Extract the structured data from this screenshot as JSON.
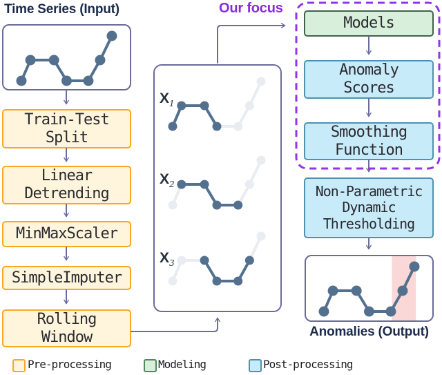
{
  "input_panel": {
    "title": "Time Series (Input)"
  },
  "preprocessing": {
    "steps": [
      "Train-Test\nSplit",
      "Linear\nDetrending",
      "MinMaxScaler",
      "SimpleImputer",
      "Rolling\nWindow"
    ]
  },
  "focus": {
    "label": "Our focus"
  },
  "windows_panel": {
    "items": [
      {
        "base": "X",
        "sub": "1"
      },
      {
        "base": "X",
        "sub": "2"
      },
      {
        "base": "X",
        "sub": "3"
      }
    ]
  },
  "detection": {
    "steps": [
      {
        "label": "Models",
        "category": "modeling"
      },
      {
        "label": "Anomaly\nScores",
        "category": "post-processing"
      },
      {
        "label": "Smoothing\nFunction",
        "category": "post-processing"
      },
      {
        "label": "Non-Parametric\nDynamic\nThresholding",
        "category": "post-processing"
      }
    ]
  },
  "output_panel": {
    "title": "Anomalies (Output)"
  },
  "legend": {
    "items": [
      {
        "label": "Pre-processing",
        "swatch_fill": "#FEF5DC",
        "swatch_border": "#F8A823"
      },
      {
        "label": "Modeling",
        "swatch_fill": "#D8EFDC",
        "swatch_border": "#4D8A5C"
      },
      {
        "label": "Post-processing",
        "swatch_fill": "#C8EBFA",
        "swatch_border": "#4D92B3"
      }
    ]
  },
  "colors": {
    "series_line": "#54708F",
    "series_faded": "#E9EDF1",
    "panel_border": "#6A6A9B",
    "arrow": "#6A6C9E",
    "focus_text": "#8A2BD9",
    "focus_dash": "#9333EA",
    "anomaly_band": "#F9D8D7",
    "pre_fill": "#FEF5DC",
    "pre_border": "#F8A823",
    "model_fill": "#D8EFDC",
    "model_border": "#40614A",
    "post_fill": "#C8EBFA",
    "post_border": "#4D92B3"
  },
  "chart_data": {
    "type": "line",
    "description": "Same 7-point time series repeated in input panel, three rolling-window views (window size 4, stride 1) and output panel with anomaly band over final rise",
    "series_shape": {
      "x_norm": [
        0,
        0.1,
        0.36,
        0.5,
        0.74,
        0.87,
        1
      ],
      "y_norm": [
        0.8,
        0.5,
        0.5,
        0.8,
        0.8,
        0.5,
        0.15
      ]
    },
    "windows": [
      [
        0,
        3
      ],
      [
        1,
        4
      ],
      [
        2,
        5
      ]
    ],
    "anomaly_band_fraction": [
      0.68,
      0.87
    ]
  }
}
